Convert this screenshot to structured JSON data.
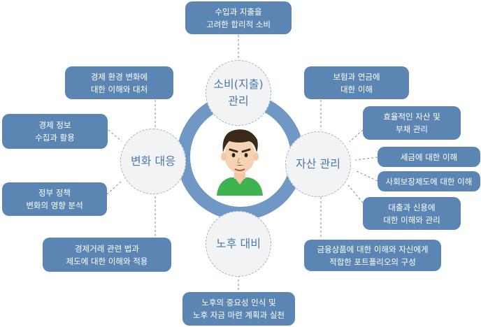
{
  "center": {
    "icon": "person-avatar"
  },
  "nodes": {
    "spending": "소비(지출)\n관리",
    "change": "변화 대응",
    "asset": "자산 관리",
    "retirement": "노후 대비"
  },
  "boxes": {
    "spending_top": "수입과 지출을\n고려한 합리적 소비",
    "economic_env": "경제 환경 변화에\n대한 이해와 대처",
    "econ_info": "경제 정보\n수집과 활용",
    "gov_policy": "정부 정책\n변화의 영향 분석",
    "econ_law": "경제거래 관련 법과\n제도에 대한 이해와 적용",
    "insurance": "보험과 연금에\n대한 이해",
    "efficient_asset": "효율적인 자산 및\n부채 관리",
    "tax": "세금에 대한 이해",
    "social_security": "사회보장제도에 대한 이해",
    "loan_credit": "대출과 신용에\n대한 이해와 관리",
    "portfolio": "금융상품에 대한 이해와 자신에게\n적합한 포트폴리오의 구성",
    "retirement_bottom": "노후의 중요성 인식 및\n노후 자금 마련 계획과 실천"
  },
  "colors": {
    "box": "#5b86b3",
    "ring": "#6f98c4",
    "node_fill": "#f2f3f5",
    "node_text": "#4a78ab",
    "connector": "#7f8c99"
  }
}
